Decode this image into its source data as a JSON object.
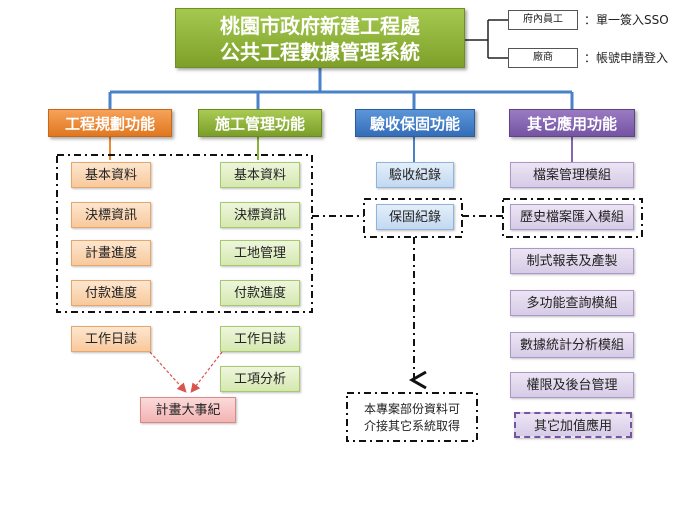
{
  "title": {
    "line1": "桃園市政府新建工程處",
    "line2": "公共工程數據管理系統"
  },
  "login": [
    {
      "box": "府內員工",
      "desc": "：單一簽入SSO"
    },
    {
      "box": "廠商",
      "desc": "：帳號申請登入"
    }
  ],
  "headers": {
    "planning": "工程規劃功能",
    "construction": "施工管理功能",
    "acceptance": "驗收保固功能",
    "other": "其它應用功能"
  },
  "planning_items": [
    "基本資料",
    "決標資訊",
    "計畫進度",
    "付款進度"
  ],
  "planning_log": "工作日誌",
  "construction_items": [
    "基本資料",
    "決標資訊",
    "工地管理",
    "付款進度"
  ],
  "construction_log": "工作日誌",
  "construction_analysis": "工項分析",
  "milestone": "計畫大事紀",
  "acceptance_items": [
    "驗收紀錄",
    "保固紀錄"
  ],
  "acceptance_note": {
    "line1": "本專案部份資料可",
    "line2": "介接其它系統取得"
  },
  "other_items": [
    "檔案管理模組",
    "歷史檔案匯入模組",
    "制式報表及產製",
    "多功能查詢模組",
    "數據統計分析模組",
    "權限及後台管理",
    "其它加值應用"
  ],
  "colors": {
    "title": "#8db43a",
    "planning": "#ec8a35",
    "construction": "#8db43a",
    "acceptance": "#4a82c8",
    "other": "#8566b2",
    "connector": "#4a82c8",
    "arrow": "#d9534f"
  }
}
